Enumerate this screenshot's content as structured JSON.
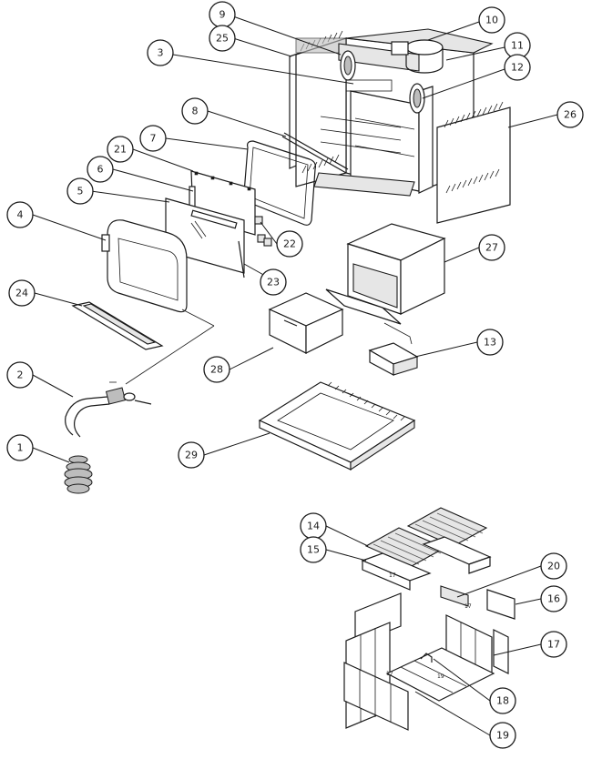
{
  "callouts": {
    "c1": "1",
    "c2": "2",
    "c3": "3",
    "c4": "4",
    "c5": "5",
    "c6": "6",
    "c7": "7",
    "c8": "8",
    "c9": "9",
    "c10": "10",
    "c11": "11",
    "c12": "12",
    "c13": "13",
    "c14": "14",
    "c15": "15",
    "c16": "16",
    "c17": "17",
    "c18": "18",
    "c19": "19",
    "c20": "20",
    "c21": "21",
    "c22": "22",
    "c23": "23",
    "c24": "24",
    "c25": "25",
    "c26": "26",
    "c27": "27",
    "c28": "28",
    "c29": "29"
  },
  "inline_labels": {
    "brick_17_top": "17",
    "brick_17_side": "17",
    "brick_17_floor": "17",
    "brick_19_floor": "19"
  }
}
